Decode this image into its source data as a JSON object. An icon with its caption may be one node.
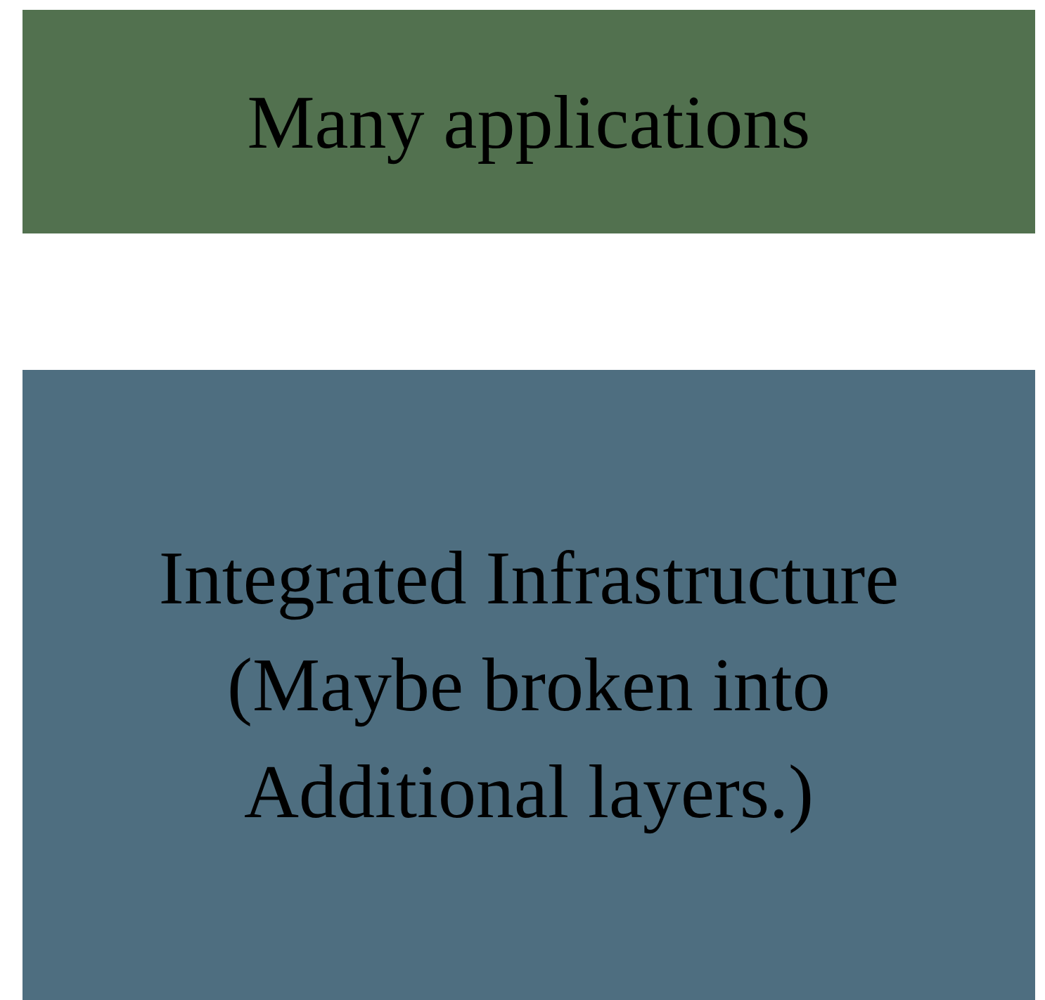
{
  "diagram": {
    "nodes": [
      {
        "text": [
          "Many applications"
        ]
      },
      {
        "text": [
          "Integrated Infrastructure",
          "(Maybe broken into Additional layers.)"
        ]
      }
    ]
  }
}
